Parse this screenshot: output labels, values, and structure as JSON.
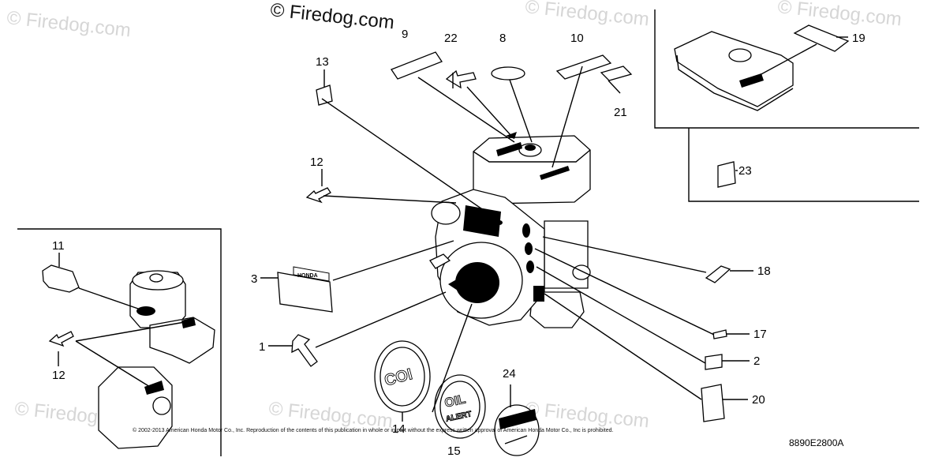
{
  "watermarks": [
    "© Firedog.com",
    "© Firedog.com",
    "© Firedog.com",
    "© Firedog.com",
    "© Firedog.com",
    "© Firedog.com",
    "© Firedog.com"
  ],
  "callouts": {
    "n1": "1",
    "n2": "2",
    "n3": "3",
    "n8": "8",
    "n9": "9",
    "n10": "10",
    "n11": "11",
    "n12a": "12",
    "n12b": "12",
    "n13": "13",
    "n14": "14",
    "n15": "15",
    "n17": "17",
    "n18": "18",
    "n19": "19",
    "n20": "20",
    "n21": "21",
    "n22": "22",
    "n23": "23",
    "n24": "24"
  },
  "emblems": {
    "coil": "COI",
    "oil": "OIL",
    "alert": "ALERT"
  },
  "label_honda": "HONDA",
  "copyright": "© 2002-2013 American Honda Motor Co., Inc. Reproduction of the contents of this publication in whole or in part without the express written approval of American Honda Motor Co., Inc is prohibited.",
  "diagram_code": "8890E2800A"
}
